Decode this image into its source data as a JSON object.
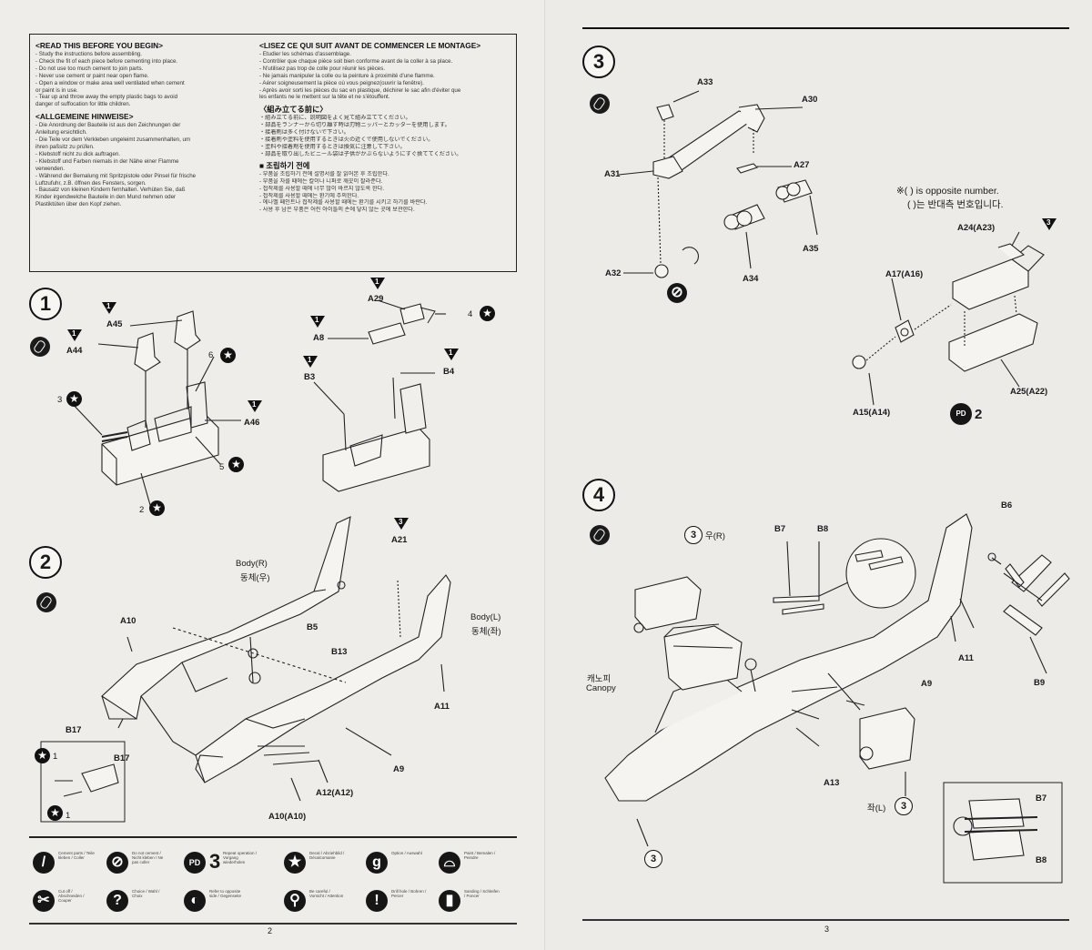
{
  "warnings": {
    "en_title": "<READ THIS BEFORE YOU BEGIN>",
    "en_lines": [
      "- Study the instructions before assembling.",
      "- Check the fit of each piece before cementing into place.",
      "- Do not use too much cement to join parts.",
      "- Never use cement or paint near open flame.",
      "- Open a window or make area well ventilated when cement",
      "  or paint is in use.",
      "- Tear up and throw away the empty plastic bags to avoid",
      "  danger of suffocation for little children."
    ],
    "de_title": "<ALLGEMEINE HINWEISE>",
    "de_lines": [
      "- Die Anordnung der Bauteile ist aus den Zeichnungen der",
      "  Anleitung ersichtlich.",
      "- Die Teile vor dem Verkleben ungeleimt zusammenhalten, um",
      "  ihren paßsitz zu prüfen.",
      "- Klebstoff nicht zu dick auftragen.",
      "- Klebstoff und Farben niemals in der Nähe einer Flamme",
      "  verwenden.",
      "- Während der Bemalung mit Spritzpistole oder Pinsel für frische",
      "  Luftzufuhr, z.B. öffnen des Fensters, sorgen.",
      "- Bausatz von kleinen Kindern fernhalten. Verhüten Sie, daß",
      "  Kinder irgendwelche Bauteile in den Mund nehmen oder",
      "  Plastiktüten über den Kopf ziehen."
    ],
    "fr_title": "<LISEZ CE QUI SUIT AVANT DE COMMENCER LE MONTAGE>",
    "fr_lines": [
      "- Etudier les schémas d'assemblage.",
      "- Contrôler que chaque pièce soit bien conforme avant de la coller à sa place.",
      "- N'utilisez pas trop de colle pour réunir les pièces.",
      "- Ne jamais manipuler la colle ou la peinture à proximité d'une flamme.",
      "- Aérer soigneusement la pièce où vous peignez(ouvrir la fenêtre).",
      "- Après avoir sorti les pièces du sac en plastique, déchirer le sac afin d'éviter que",
      "  les enfants ne le mettent sur la tête et ne s'étouffent."
    ],
    "jp_title": "〈組み立てる前に〉",
    "jp_lines": [
      "・組み立てる前に、説明図をよく見て組み立ててください。",
      "・部品をランナーから切り離す時は刃物ニッパーとカッターを使用します。",
      "・接着剤は多く付けないで下さい。",
      "・接着剤や塗料を使用するときは火の近くで使用しないでください。",
      "・塗料や接着剤を使用するときは換気に注意して下さい。",
      "・部品を取り出したビニール袋は子供がかぶらないようにすぐ捨ててください。"
    ],
    "kr_title": "■ 조립하기 전에",
    "kr_lines": [
      "- 부품을 조립하기 전에 설명서를 잘 읽어본 후 조립한다.",
      "- 부품을 자를 때에는 칼이나 니퍼로 깨끗이 잘라준다.",
      "- 접착제를 사용할 때에 너무 많이 바르지 않도록 한다.",
      "- 접착제를 사용할 때에는 환기에 주의한다.",
      "- 에나멜 페인트나 접착제를 사용할 때에는 환기를 시키고 하기를 바란다.",
      "- 사용 후 남은 부품은 어린 아이들의 손에 닿지 않는 곳에 보관한다."
    ]
  },
  "steps": {
    "s1": "1",
    "s2": "2",
    "s3": "3",
    "s4": "4"
  },
  "step1": {
    "labels": {
      "A45": "A45",
      "A44": "A44",
      "A46": "A46",
      "A29": "A29",
      "A8": "A8",
      "B3": "B3",
      "B4": "B4",
      "n6": "6",
      "n3": "3",
      "n5": "5",
      "n2": "2",
      "n4": "4"
    }
  },
  "step2": {
    "labels": {
      "body_r": "Body(R)",
      "body_r_kr": "동체(우)",
      "body_l": "Body(L)",
      "body_l_kr": "동체(좌)",
      "A21": "A21",
      "A10": "A10",
      "B5": "B5",
      "B13": "B13",
      "A11": "A11",
      "B17": "B17",
      "A9": "A9",
      "A12": "A12(A12)",
      "A10b": "A10(A10)",
      "B17b": "B17",
      "n1a": "1",
      "n1b": "1"
    }
  },
  "step3": {
    "labels": {
      "A33": "A33",
      "A30": "A30",
      "A31": "A31",
      "A27": "A27",
      "A35": "A35",
      "A32": "A32",
      "A34": "A34",
      "opp_en": "※( ) is opposite number.",
      "opp_kr": "( )는 반대측 번호입니다.",
      "A24": "A24(A23)",
      "A17": "A17(A16)",
      "A15": "A15(A14)",
      "A25": "A25(A22)",
      "pd2": "2"
    }
  },
  "step4": {
    "labels": {
      "ref3r": "3",
      "u_r": "우(R)",
      "B7": "B7",
      "B8": "B8",
      "B6": "B6",
      "A11": "A11",
      "B9": "B9",
      "canopy_kr": "캐노피",
      "canopy": "Canopy",
      "A9": "A9",
      "A13": "A13",
      "ref3l_kr": "좌(L)",
      "ref3l": "3",
      "ref3b": "3",
      "B7b": "B7",
      "B8b": "B8"
    }
  },
  "legend": {
    "pd3": "3",
    "items": [
      "Cement parts / Teile kleben / Coller",
      "Do not cement / Nicht kleben / Ne pas coller",
      "Repeat operation / Vorgang wiederholen",
      "Decal / Abziehbild / Décalcomanie",
      "Option / Auswahl",
      "Paint / Bemalen / Peindre",
      "Cut off / Abschneiden / Couper",
      "Choice / Wahl / Choix",
      "Refer to opposite side / Gegenseite",
      "Be careful / Vorsicht / Attention",
      "Drill hole / Bohren / Percer",
      "Sanding / Schleifen / Poncer"
    ]
  },
  "pages": {
    "left": "2",
    "right": "3"
  },
  "colors": {
    "ink": "#1a1a1a",
    "paper": "#eceae6"
  }
}
